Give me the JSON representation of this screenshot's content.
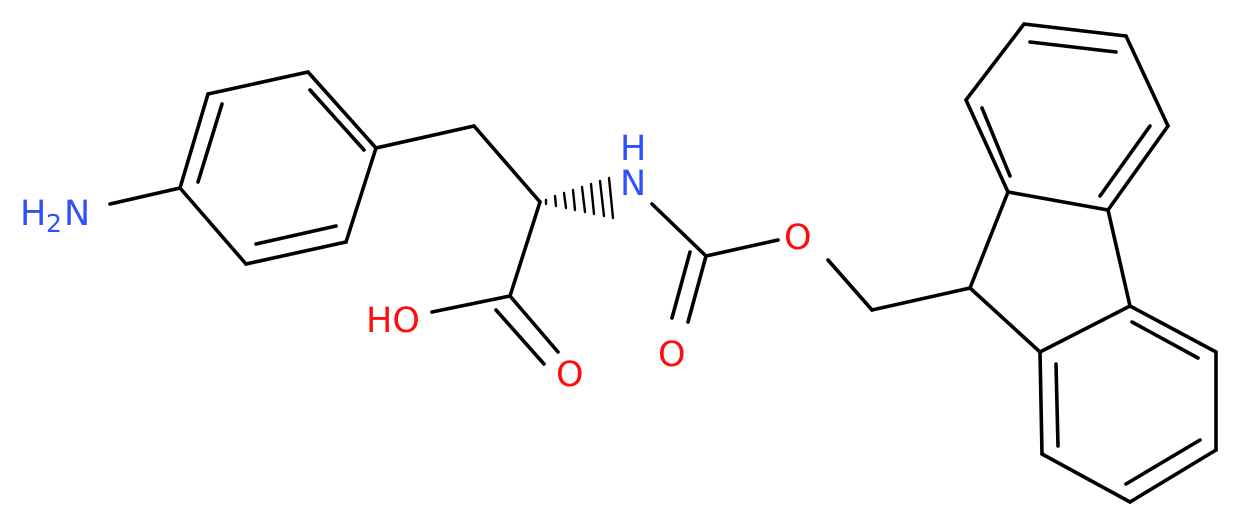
{
  "structure": {
    "atoms": {
      "amine_N_text": "N",
      "amine_H_text": "H",
      "amine_H_count": "2",
      "amide_N_text": "N",
      "amide_H_text": "H",
      "carbamate_O_text": "O",
      "carbonyl_O_text": "O",
      "acid_OH_text": "HO",
      "acid_O_text": "O"
    },
    "colors": {
      "bond": "#000000",
      "nitrogen": "#3050F8",
      "oxygen": "#FF0D0D"
    }
  }
}
